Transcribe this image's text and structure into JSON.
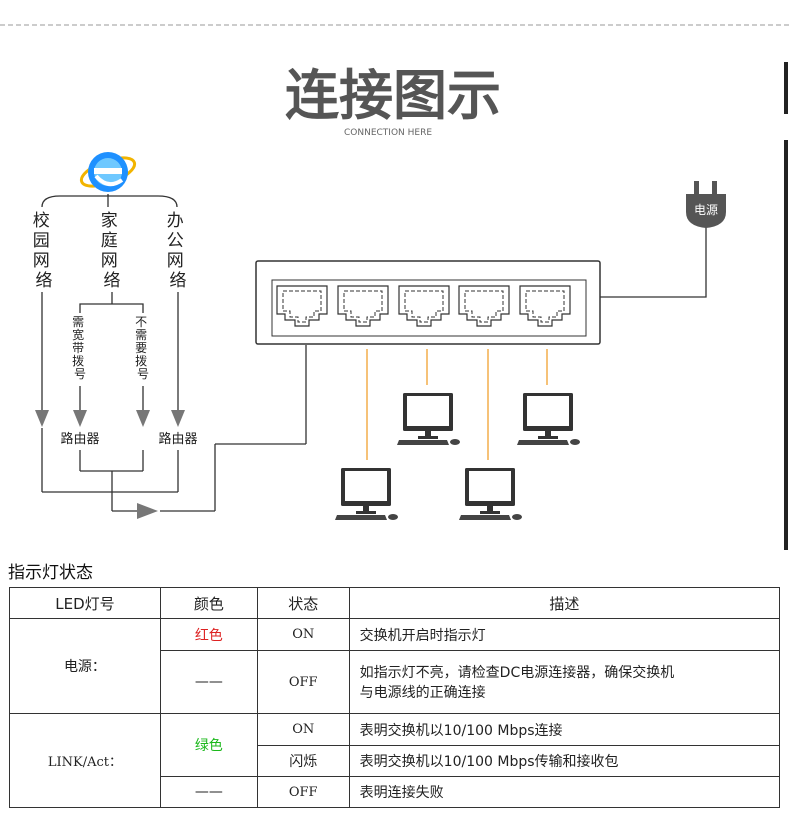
{
  "diagram": {
    "title": "连接图示",
    "subtitle": "CONNECTION HERE",
    "left_sources": [
      "校园网络",
      "家庭网络",
      "办公网络"
    ],
    "dial_options": [
      "需宽带拨号",
      "不需要拨号"
    ],
    "router_label": "路由器",
    "power_label": "电源",
    "switch_ports": 5,
    "computers": 4,
    "icons": [
      "ie-browser-icon",
      "power-plug-icon",
      "ethernet-port-icon",
      "computer-icon"
    ],
    "colors": {
      "line": "#333333",
      "cable": "#f0a030",
      "arrow": "#777777"
    }
  },
  "status_section": {
    "title": "指示灯状态",
    "headers": [
      "LED灯号",
      "颜色",
      "状态",
      "描述"
    ],
    "power_group": {
      "led": "电源：",
      "rows": [
        {
          "color": "红色",
          "status": "ON",
          "desc": "交换机开启时指示灯"
        },
        {
          "color": "——",
          "status": "OFF",
          "desc_line1": "如指示灯不亮，请检查DC电源连接器，确保交换机",
          "desc_line2": "与电源线的正确连接"
        }
      ]
    },
    "link_group": {
      "led": "LINK/Act：",
      "green_color": "绿色",
      "rows": [
        {
          "status": "ON",
          "desc": "表明交换机以10/100 Mbps连接"
        },
        {
          "status": "闪烁",
          "desc": "表明交换机以10/100 Mbps传输和接收包"
        },
        {
          "color": "——",
          "status": "OFF",
          "desc": "表明连接失败"
        }
      ]
    }
  }
}
